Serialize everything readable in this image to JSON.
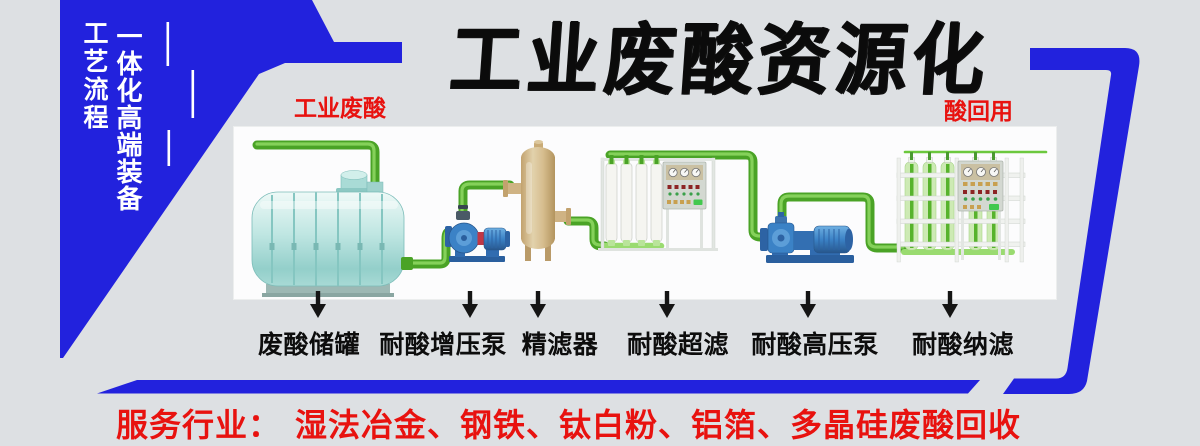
{
  "sidebar": {
    "vertical_title": "工艺流程",
    "vertical_subtitle": "一体化高端装备"
  },
  "header": {
    "title": "工业废酸资源化"
  },
  "panel": {
    "input_label": "工业废酸",
    "output_label": "酸回用"
  },
  "stages": [
    {
      "label": "废酸储罐"
    },
    {
      "label": "耐酸增压泵"
    },
    {
      "label": "精滤器"
    },
    {
      "label": "耐酸超滤"
    },
    {
      "label": "耐酸高压泵"
    },
    {
      "label": "耐酸纳滤"
    }
  ],
  "footer": {
    "prefix": "服务行业：",
    "industries": "湿法冶金、钢铁、钛白粉、铝箔、多晶硅废酸回收"
  },
  "colors": {
    "background": "#dde0e3",
    "accent_blue": "#2222dd",
    "red": "#e8120f",
    "pipe_green": "#4aa326",
    "pipe_highlight": "#85d15a",
    "tank_cyan": "#bfe6e2",
    "vessel_tan": "#d6bd8e",
    "pump_blue": "#3b82c6",
    "panel_white": "#fcfcfd",
    "label_black": "#0d0d0d"
  }
}
